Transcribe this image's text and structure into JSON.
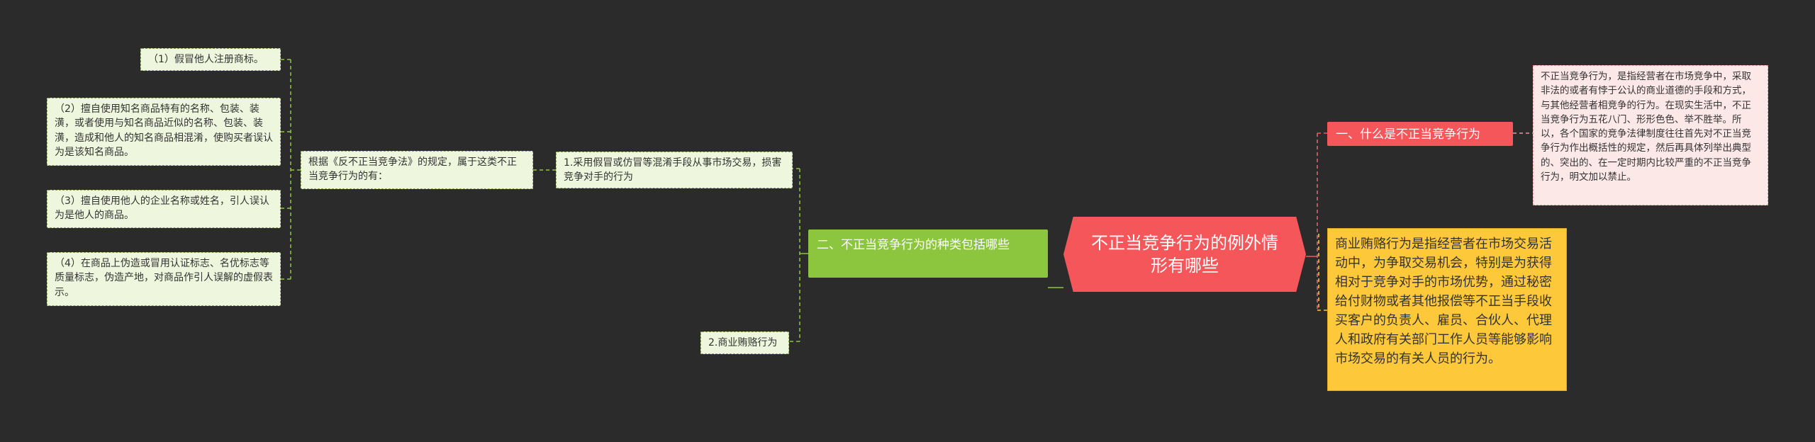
{
  "root": {
    "title": "不正当竞争行为的例外情形有哪些"
  },
  "branch_left": {
    "label": "二、不正当竞争行为的种类包括哪些"
  },
  "branch_right_top": {
    "label": "一、什么是不正当竞争行为"
  },
  "branch_right_top_desc": "不正当竞争行为，是指经营者在市场竞争中，采取非法的或者有悖于公认的商业道德的手段和方式，与其他经营者相竞争的行为。在现实生活中，不正当竞争行为五花八门、形形色色、举不胜举。所以，各个国家的竞争法律制度往往首先对不正当竞争行为作出概括性的规定，然后再具体列举出典型的、突出的、在一定时期内比较严重的不正当竞争行为，明文加以禁止。",
  "branch_right_bottom_desc": "商业贿赂行为是指经营者在市场交易活动中，为争取交易机会，特别是为获得相对于竞争对手的市场优势，通过秘密给付财物或者其他报偿等不正当手段收买客户的负责人、雇员、合伙人、代理人和政府有关部门工作人员等能够影响市场交易的有关人员的行为。",
  "types": {
    "item1": "1.采用假冒或仿冒等混淆手段从事市场交易，损害竞争对手的行为",
    "item2": "2.商业贿赂行为"
  },
  "law_basis": "根据《反不正当竞争法》的规定，属于这类不正当竞争行为的有：",
  "cases": [
    "（1）假冒他人注册商标。",
    "（2）擅自使用知名商品特有的名称、包装、装潢，或者使用与知名商品近似的名称、包装、装潢，造成和他人的知名商品相混淆，使购买者误认为是该知名商品。",
    "（3）擅自使用他人的企业名称或姓名，引人误认为是他人的商品。",
    "（4）在商品上伪造或冒用认证标志、名优标志等质量标志，伪造产地，对商品作引人误解的虚假表示。"
  ],
  "colors": {
    "background": "#2b2b2c",
    "root": "#f4565a",
    "green_branch": "#8cc63f",
    "red_branch": "#f4565a",
    "leaf_bg": "#eef7dd",
    "pink_desc": "#fde8e8",
    "yellow_desc": "#fdc93a"
  }
}
